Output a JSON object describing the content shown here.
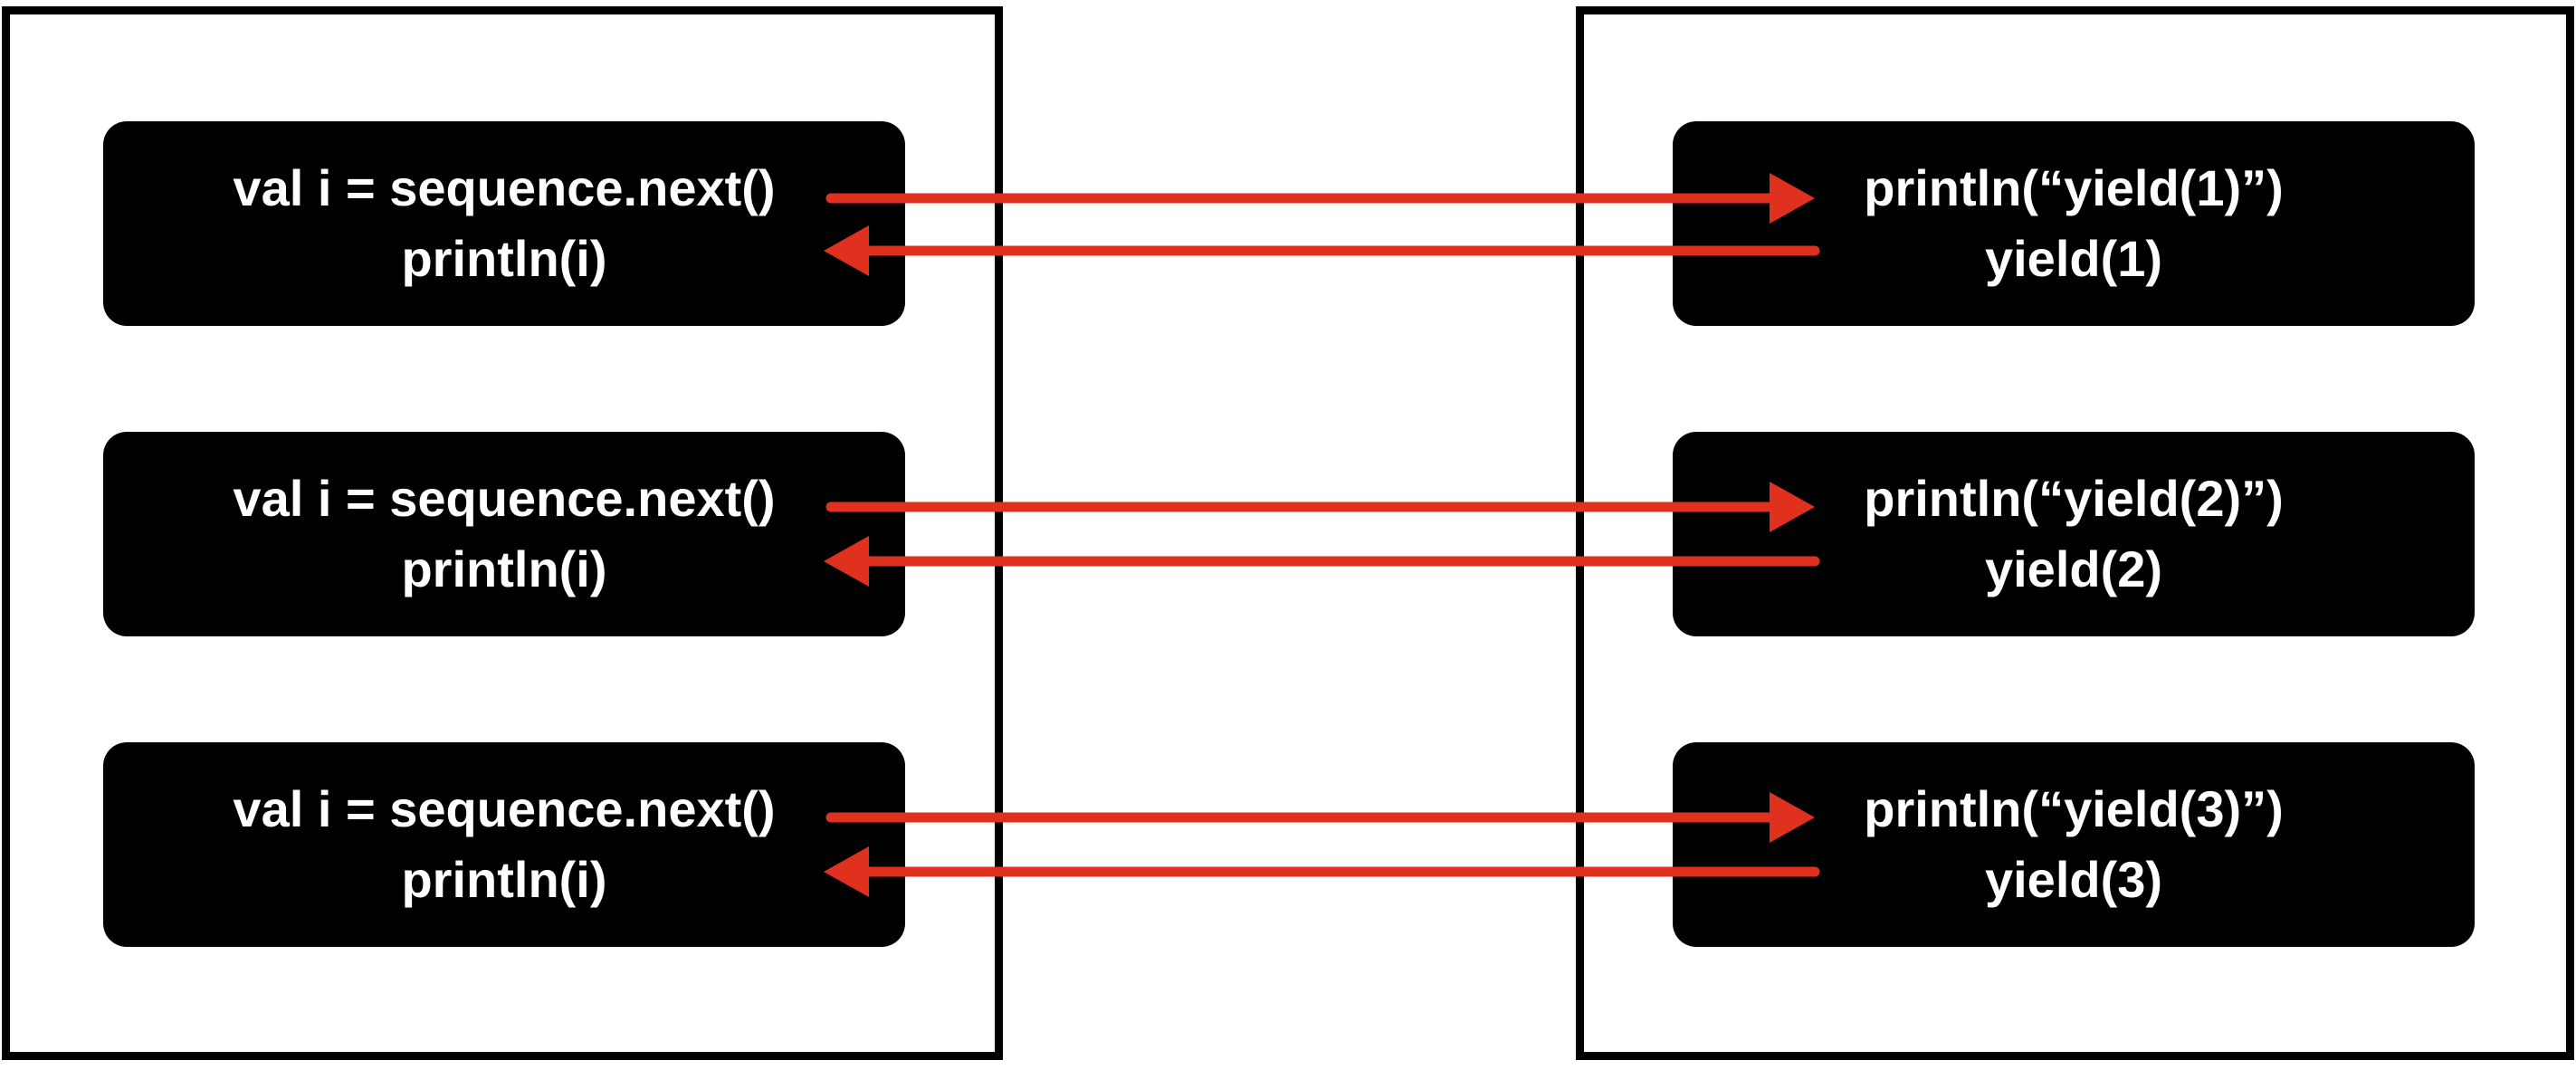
{
  "colors": {
    "block_fill": "#000000",
    "block_text": "#ffffff",
    "arrow": "#e0301e",
    "panel_border": "#000000"
  },
  "left_panel": {
    "blocks": [
      {
        "lines": [
          "val i = sequence.next()",
          "println(i)"
        ]
      },
      {
        "lines": [
          "val i = sequence.next()",
          "println(i)"
        ]
      },
      {
        "lines": [
          "val i = sequence.next()",
          "println(i)"
        ]
      }
    ]
  },
  "right_panel": {
    "blocks": [
      {
        "lines": [
          "println(“yield(1)”)",
          "yield(1)"
        ]
      },
      {
        "lines": [
          "println(“yield(2)”)",
          "yield(2)"
        ]
      },
      {
        "lines": [
          "println(“yield(3)”)",
          "yield(3)"
        ]
      }
    ]
  },
  "arrows": [
    {
      "from": "left_panel.blocks.0",
      "to": "right_panel.blocks.0"
    },
    {
      "from": "right_panel.blocks.0",
      "to": "left_panel.blocks.0"
    },
    {
      "from": "left_panel.blocks.1",
      "to": "right_panel.blocks.1"
    },
    {
      "from": "right_panel.blocks.1",
      "to": "left_panel.blocks.1"
    },
    {
      "from": "left_panel.blocks.2",
      "to": "right_panel.blocks.2"
    },
    {
      "from": "right_panel.blocks.2",
      "to": "left_panel.blocks.2"
    }
  ]
}
